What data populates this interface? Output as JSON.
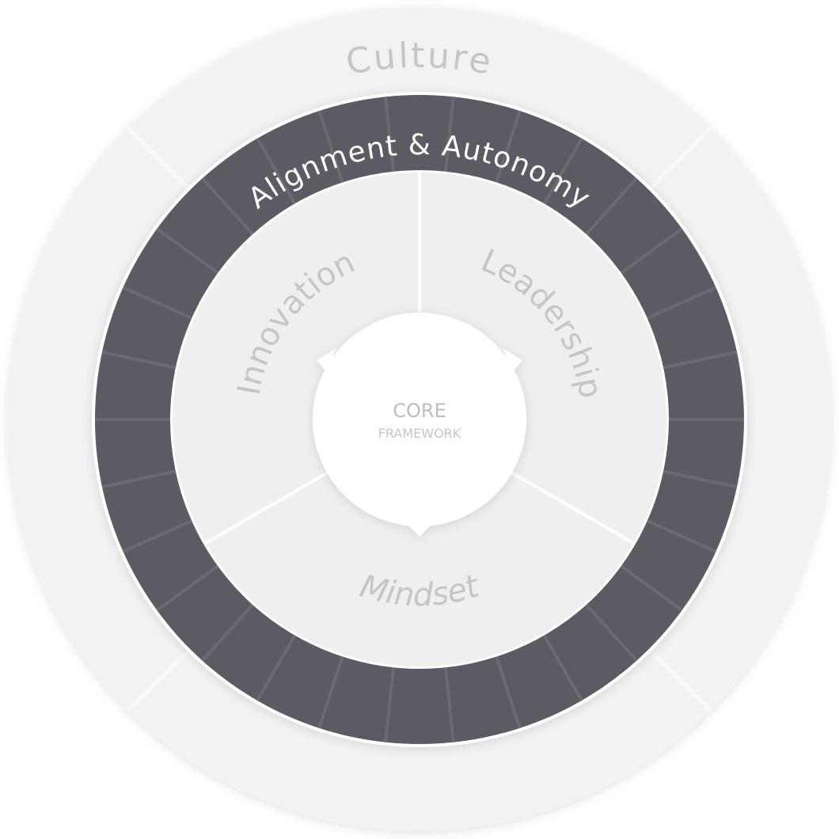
{
  "rings": {
    "outer": {
      "label": "Culture"
    },
    "middle": {
      "label": "Alignment & Autonomy"
    },
    "inner": {
      "sectors": [
        {
          "label": "Innovation"
        },
        {
          "label": "Leadership"
        },
        {
          "label": "Mindset"
        }
      ]
    },
    "core": {
      "title": "CORE",
      "subtitle": "FRAMEWORK"
    }
  },
  "colors": {
    "outer": "#f2f2f2",
    "dark_ring": "#5b5b63",
    "inner": "#efefef",
    "core": "#ffffff",
    "muted_text": "#c6c6c6",
    "light_text": "#ffffff"
  }
}
